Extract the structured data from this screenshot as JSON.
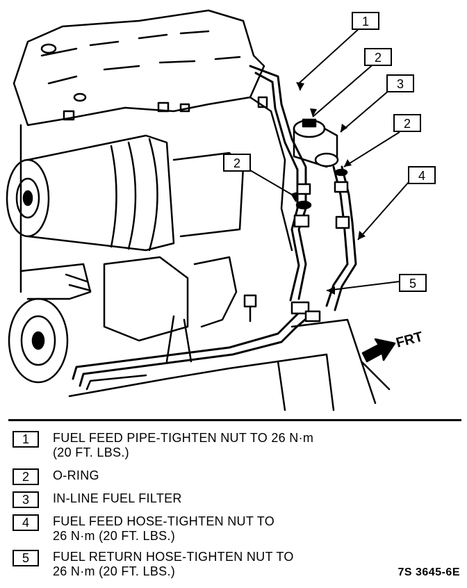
{
  "callouts": [
    {
      "num": "1"
    },
    {
      "num": "2"
    },
    {
      "num": "3"
    },
    {
      "num": "2"
    },
    {
      "num": "2"
    },
    {
      "num": "4"
    },
    {
      "num": "5"
    }
  ],
  "direction_label": "FRT",
  "legend": [
    {
      "num": "1",
      "line1": "FUEL FEED PIPE-TIGHTEN NUT TO 26 N·m",
      "line2": "(20 FT. LBS.)"
    },
    {
      "num": "2",
      "line1": "O-RING",
      "line2": ""
    },
    {
      "num": "3",
      "line1": "IN-LINE FUEL FILTER",
      "line2": ""
    },
    {
      "num": "4",
      "line1": "FUEL FEED HOSE-TIGHTEN NUT TO",
      "line2": "26 N·m (20 FT. LBS.)"
    },
    {
      "num": "5",
      "line1": "FUEL RETURN HOSE-TIGHTEN NUT TO",
      "line2": "26 N·m (20 FT. LBS.)"
    }
  ],
  "figure_ref": "7S 3645-6E"
}
